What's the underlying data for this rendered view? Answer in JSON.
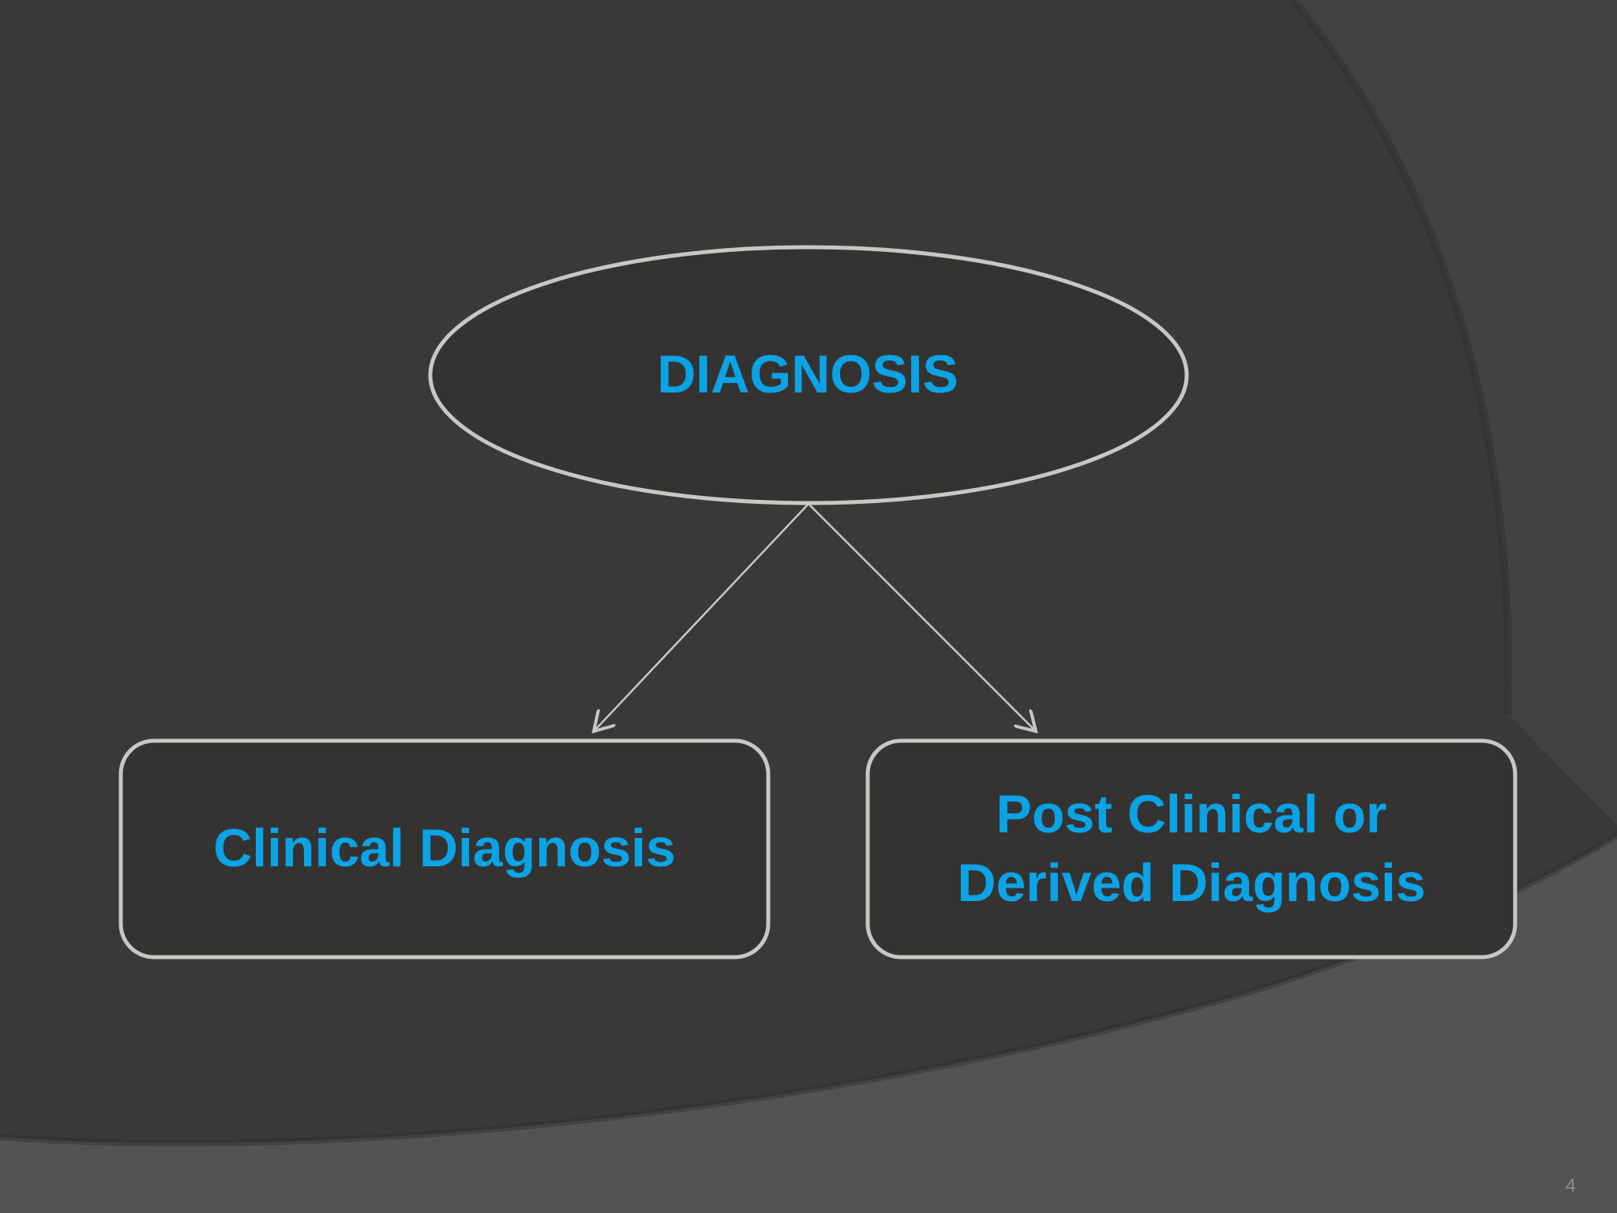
{
  "slide": {
    "page_number": "4"
  },
  "diagram": {
    "root": {
      "label": "DIAGNOSIS"
    },
    "children": [
      {
        "label": "Clinical Diagnosis"
      },
      {
        "label": "Post Clinical or\nDerived Diagnosis"
      }
    ]
  },
  "colors": {
    "background": "#3a3939",
    "shape_fill": "#353332",
    "outline": "#c9c7c4",
    "text": "#0aa3e6",
    "swoosh": "#545253"
  }
}
